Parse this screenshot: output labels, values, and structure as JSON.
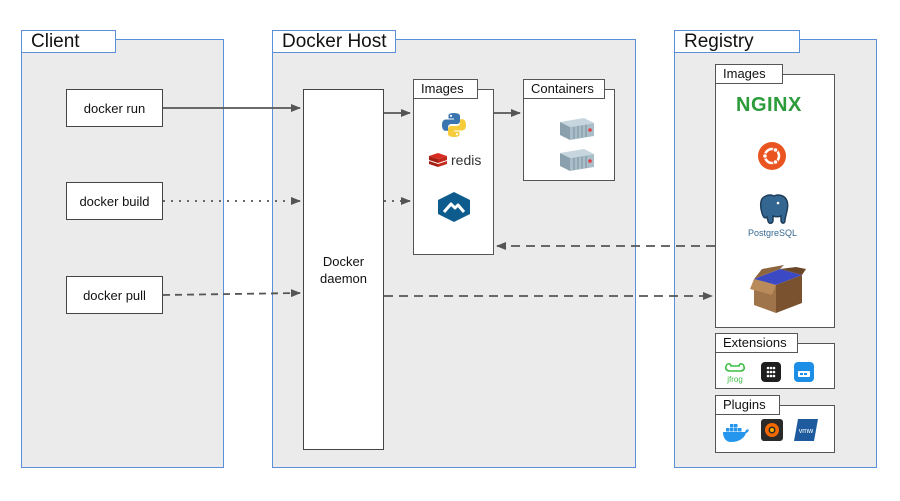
{
  "client": {
    "title": "Client",
    "commands": [
      "docker run",
      "docker build",
      "docker pull"
    ]
  },
  "docker_host": {
    "title": "Docker Host",
    "daemon_label": "Docker\ndaemon",
    "images_title": "Images",
    "containers_title": "Containers",
    "redis_label": "redis"
  },
  "registry": {
    "title": "Registry",
    "images_title": "Images",
    "nginx_label": "NGINX",
    "postgres_label": "PostgreSQL",
    "extensions_title": "Extensions",
    "jfrog_label": "jfrog",
    "plugins_title": "Plugins",
    "vmw_label": "vmw"
  },
  "colors": {
    "panel_border": "#5b8fd9",
    "panel_fill": "#ebebeb",
    "arrow": "#555555",
    "nginx_green": "#2c9b3a",
    "ubuntu_orange": "#e95420",
    "postgres_blue": "#336791",
    "redis_red": "#d82c20",
    "docker_blue": "#2496ed"
  },
  "icons": [
    "python-icon",
    "redis-icon",
    "mountain-logo-icon",
    "container-icon",
    "nginx-logo",
    "ubuntu-icon",
    "postgresql-elephant-icon",
    "cardboard-box-icon",
    "jfrog-frog-icon",
    "dots-grid-icon",
    "docker-hub-icon",
    "docker-whale-icon",
    "grafana-icon",
    "vmware-icon"
  ]
}
